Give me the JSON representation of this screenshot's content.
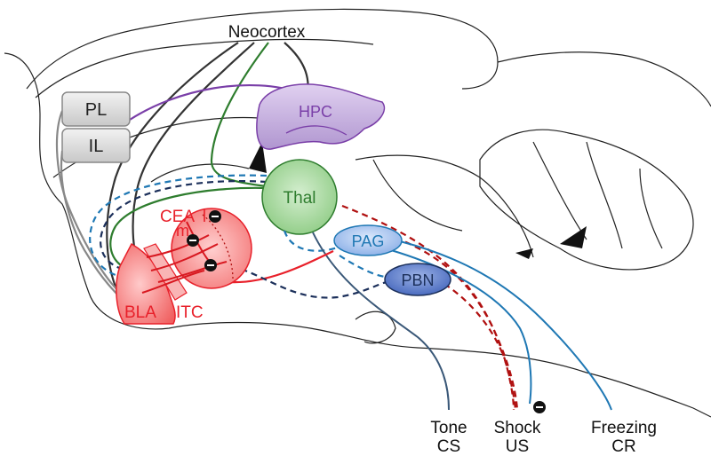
{
  "labels": {
    "neocortex": "Neocortex",
    "pl": "PL",
    "il": "IL",
    "hpc": "HPC",
    "thal": "Thal",
    "cea": "CEA",
    "cea_m": "m",
    "cea_l": "l",
    "bla": "BLA",
    "itc": "ITC",
    "pag": "PAG",
    "pbn": "PBN",
    "tone": "Tone",
    "cs": "CS",
    "shock": "Shock",
    "us": "US",
    "freezing": "Freezing",
    "cr": "CR"
  },
  "colors": {
    "outline": "#222222",
    "neocortex_path": "#333333",
    "hpc": "#7a3fa8",
    "hpc_fill": "#c9b3e0",
    "thal": "#2e7d2e",
    "thal_fill": "#a8d8a0",
    "amygdala": "#e8202a",
    "amygdala_fill": "#f7a0a0",
    "pag_pbn": "#1f78b4",
    "pag_fill": "#aac8ee",
    "pbn_fill": "#5b7fc7",
    "dark_blue": "#1b2f5a",
    "dark_red": "#b01010",
    "gray_box": "#dcdcdc",
    "tone_line": "#3a5878"
  }
}
